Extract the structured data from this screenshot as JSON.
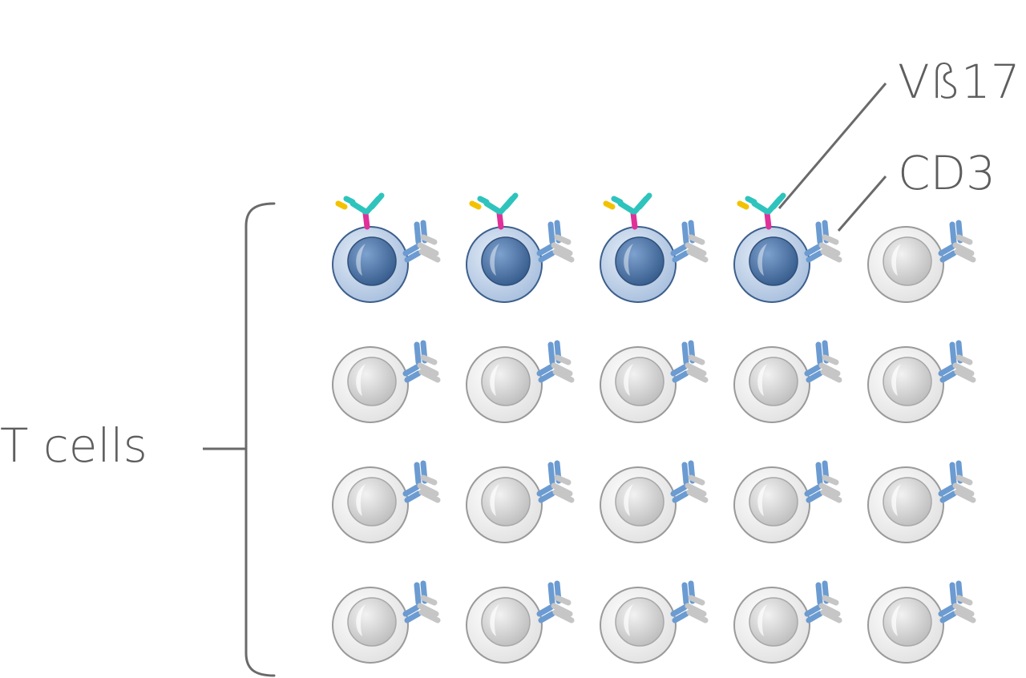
{
  "labels": {
    "vb17": "Vß17",
    "cd3": "CD3",
    "t_cells": "T cells"
  },
  "grid": {
    "rows": 4,
    "cols": 5,
    "highlighted_row": 0,
    "highlighted_count": 4
  },
  "colors": {
    "text": "#5e5e5e",
    "line": "#6a6a6a",
    "cell_blue_fill": "#c9d7ea",
    "cell_blue_stroke": "#3d5f8c",
    "nucleus_blue": "#4f78aa",
    "cell_gray_fill": "#f4f4f4",
    "cell_gray_stroke": "#9a9a9a",
    "nucleus_gray": "#d2d2d2",
    "cd3_blue": "#6b9bd1",
    "cd3_gray": "#c6c6c6",
    "vb17_teal": "#2ec4bd",
    "vb17_yellow": "#f2c200",
    "vb17_magenta": "#e0309a"
  }
}
